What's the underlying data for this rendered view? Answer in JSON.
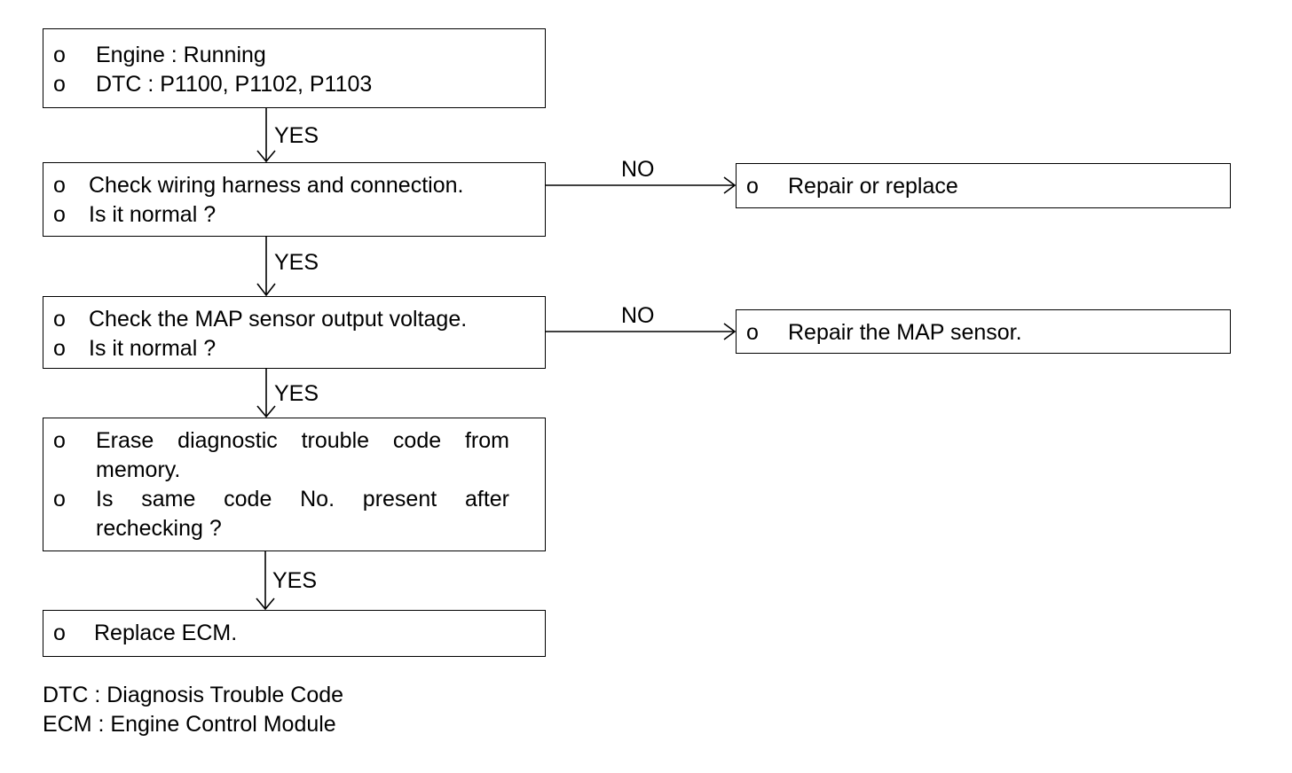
{
  "flow": {
    "step1": {
      "bullet": "o",
      "lines": [
        "Engine : Running",
        "DTC : P1100, P1102, P1103"
      ]
    },
    "step2": {
      "bullet": "o",
      "lines": [
        "Check wiring harness and connection.",
        "Is it normal ?"
      ]
    },
    "step3": {
      "bullet": "o",
      "lines": [
        "Check the MAP sensor output voltage.",
        "Is it normal ?"
      ]
    },
    "step4": {
      "bullet": "o",
      "items": [
        [
          "Erase diagnostic trouble code from",
          "memory."
        ],
        [
          "Is same code No. present after",
          "rechecking ?"
        ]
      ]
    },
    "step5": {
      "bullet": "o",
      "lines": [
        "Replace ECM."
      ]
    },
    "no1": {
      "bullet": "o",
      "lines": [
        "Repair or replace"
      ]
    },
    "no2": {
      "bullet": "o",
      "lines": [
        "Repair the MAP sensor."
      ]
    }
  },
  "labels": {
    "yes": "YES",
    "no": "NO"
  },
  "notes": [
    "DTC : Diagnosis Trouble Code",
    "ECM : Engine Control Module"
  ]
}
